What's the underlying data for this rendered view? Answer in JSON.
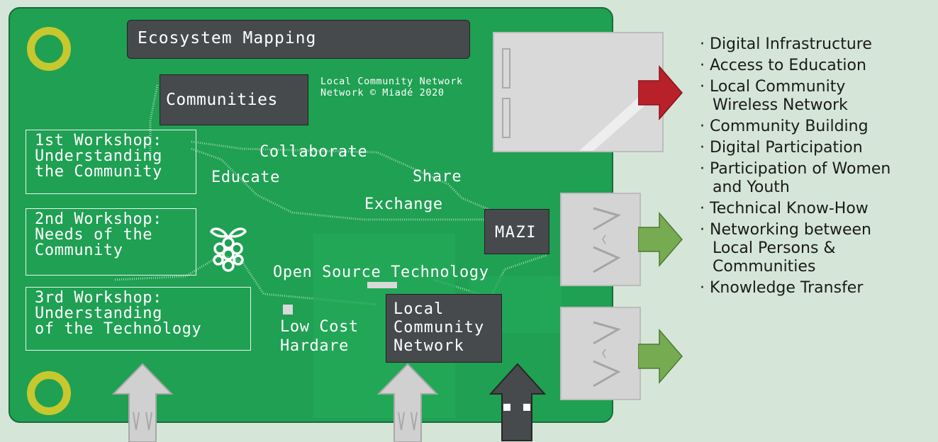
{
  "header": {
    "title": "Ecosystem Mapping"
  },
  "chips": {
    "communities": "Communities",
    "mazi": "MAZI",
    "local_network": "Local\nCommunity\nNetwork"
  },
  "credit": "Local Community Network\nNetwork © Miadé 2020",
  "workshops": [
    {
      "label": "1st Workshop:\nUnderstanding\nthe Community"
    },
    {
      "label": "2nd Workshop:\nNeeds of the\nCommunity"
    },
    {
      "label": "3rd Workshop:\nUnderstanding\nof the Technology"
    }
  ],
  "actions": {
    "collaborate": "Collaborate",
    "educate": "Educate",
    "share": "Share",
    "exchange": "Exchange",
    "open_source": "Open Source Technology",
    "low_cost": "Low Cost\nHardare"
  },
  "benefits": [
    "Digital Infrastructure",
    "Access to Education",
    "Local Community\nWireless Network",
    "Community Building",
    "Digital Participation",
    "Participation of Women\n and Youth",
    "Technical Know-How",
    "Networking between\nLocal Persons &\nCommunities",
    "Knowledge Transfer"
  ],
  "colors": {
    "board": "#1fa053",
    "chip": "#474a4c",
    "hole_ring": "#c6c82e",
    "arrow_red": "#b8202a",
    "arrow_green": "#77ab52",
    "background": "#d5e6d8"
  },
  "icons": {
    "logo": "raspberry-pi-icon"
  }
}
